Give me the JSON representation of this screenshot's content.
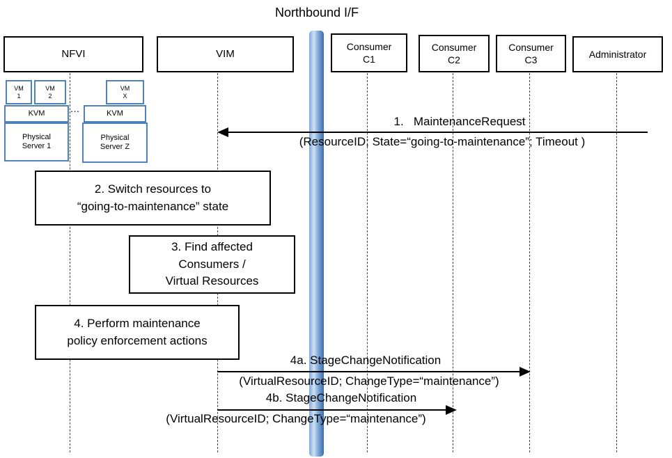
{
  "title": "Northbound I/F",
  "actors": {
    "nfvi": {
      "label": "NFVI"
    },
    "vim": {
      "label": "VIM"
    },
    "consumer_c1": {
      "line1": "Consumer",
      "line2": "C1"
    },
    "consumer_c2": {
      "line1": "Consumer",
      "line2": "C2"
    },
    "consumer_c3": {
      "line1": "Consumer",
      "line2": "C3"
    },
    "administrator": {
      "label": "Administrator"
    }
  },
  "nfvi_internals": {
    "vm1": {
      "line1": "VM",
      "line2": "1"
    },
    "vm2": {
      "line1": "VM",
      "line2": "2"
    },
    "vmx": {
      "line1": "VM",
      "line2": "X"
    },
    "kvm_left": {
      "label": "KVM"
    },
    "kvm_right": {
      "label": "KVM"
    },
    "ellipsis": "…",
    "server_1": {
      "line1": "Physical",
      "line2": "Server 1"
    },
    "server_z": {
      "line1": "Physical",
      "line2": "Server Z"
    }
  },
  "steps": {
    "step2": {
      "line1": "2. Switch resources to",
      "line2": "“going-to-maintenance” state"
    },
    "step3": {
      "line1": "3. Find affected",
      "line2": "Consumers /",
      "line3": "Virtual Resources"
    },
    "step4": {
      "line1": "4. Perform maintenance",
      "line2": "policy enforcement actions"
    }
  },
  "messages": {
    "msg1": {
      "label": "1.   MaintenanceRequest",
      "params": "(ResourceID; State=“going-to-maintenance”; Timeout )",
      "from": "Administrator",
      "to": "VIM"
    },
    "msg4a": {
      "label": "4a. StageChangeNotification",
      "params": "(VirtualResourceID; ChangeType=“maintenance”)",
      "from": "VIM",
      "to": "Consumer C3"
    },
    "msg4b": {
      "label": "4b. StageChangeNotification",
      "params": "(VirtualResourceID; ChangeType=“maintenance”)",
      "from": "VIM",
      "to": "Consumer C2"
    }
  },
  "colors": {
    "accent_blue": "#4f81bd",
    "bar_light": "#cfe2f3",
    "bar_mid": "#7fa8d9",
    "bar_dark": "#3b6ca8"
  }
}
